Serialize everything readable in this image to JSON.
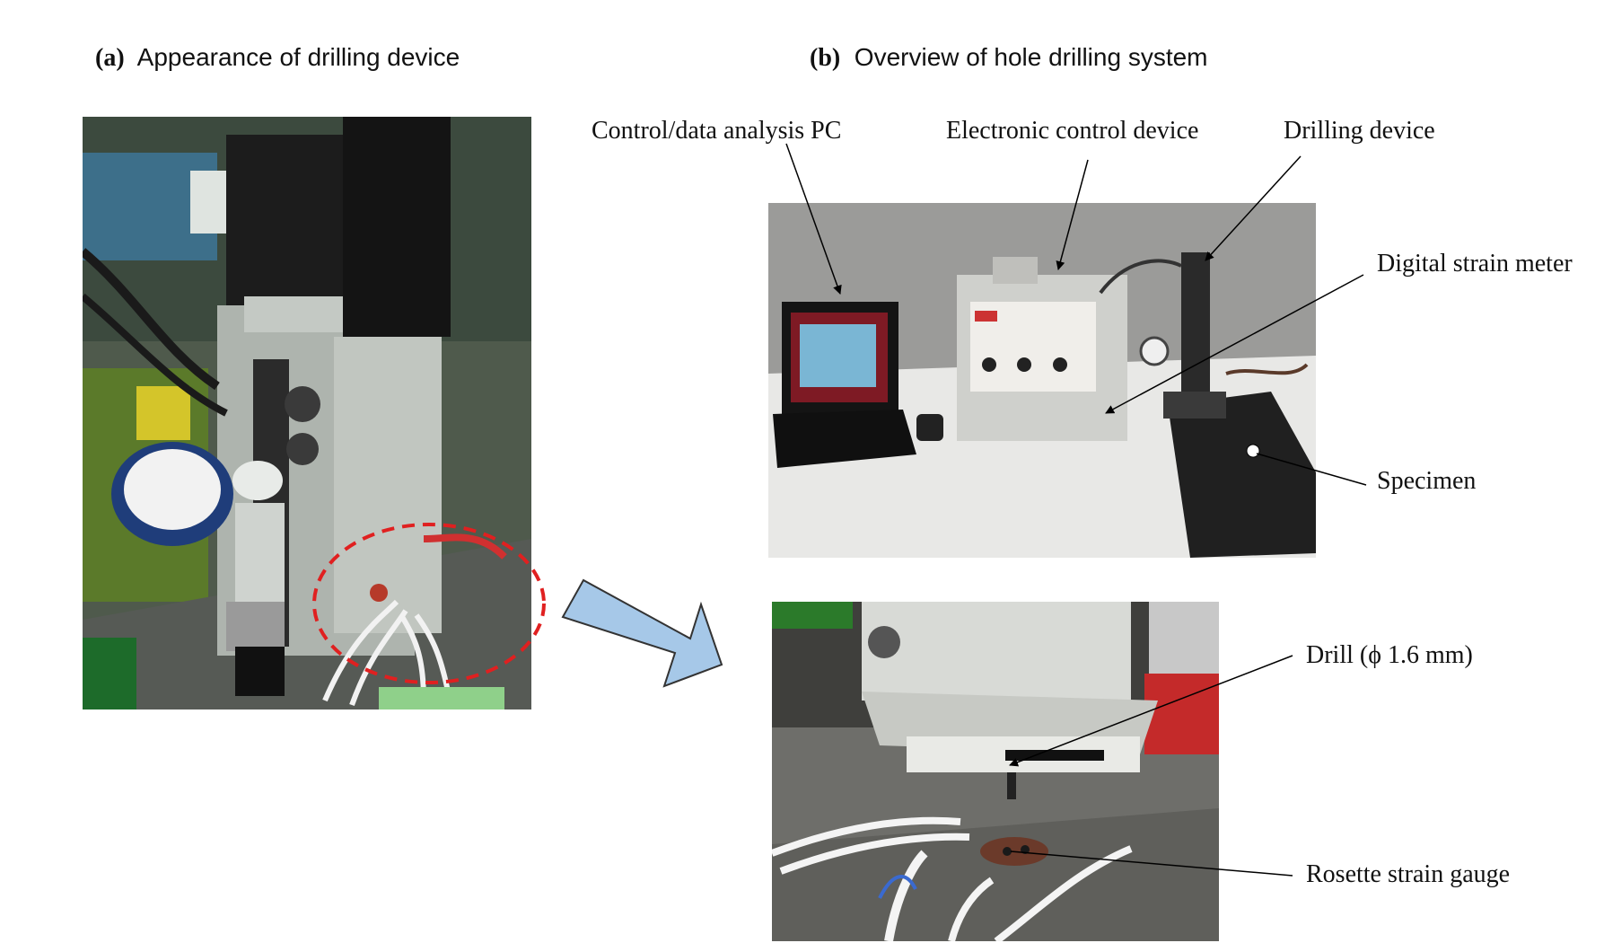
{
  "panel_a": {
    "tag": "(a)",
    "title": "Appearance of drilling device"
  },
  "panel_b": {
    "tag": "(b)",
    "title": "Overview of hole drilling system",
    "labels": {
      "pc": "Control/data analysis PC",
      "electronic": "Electronic control device",
      "drilling": "Drilling device",
      "strain_meter": "Digital strain meter",
      "specimen": "Specimen",
      "drill": "Drill (ϕ 1.6 mm)",
      "gauge": "Rosette strain gauge"
    }
  },
  "colors": {
    "arrow_fill": "#a6c8e8",
    "highlight_circle": "#e02020",
    "leader_line": "#000000"
  }
}
